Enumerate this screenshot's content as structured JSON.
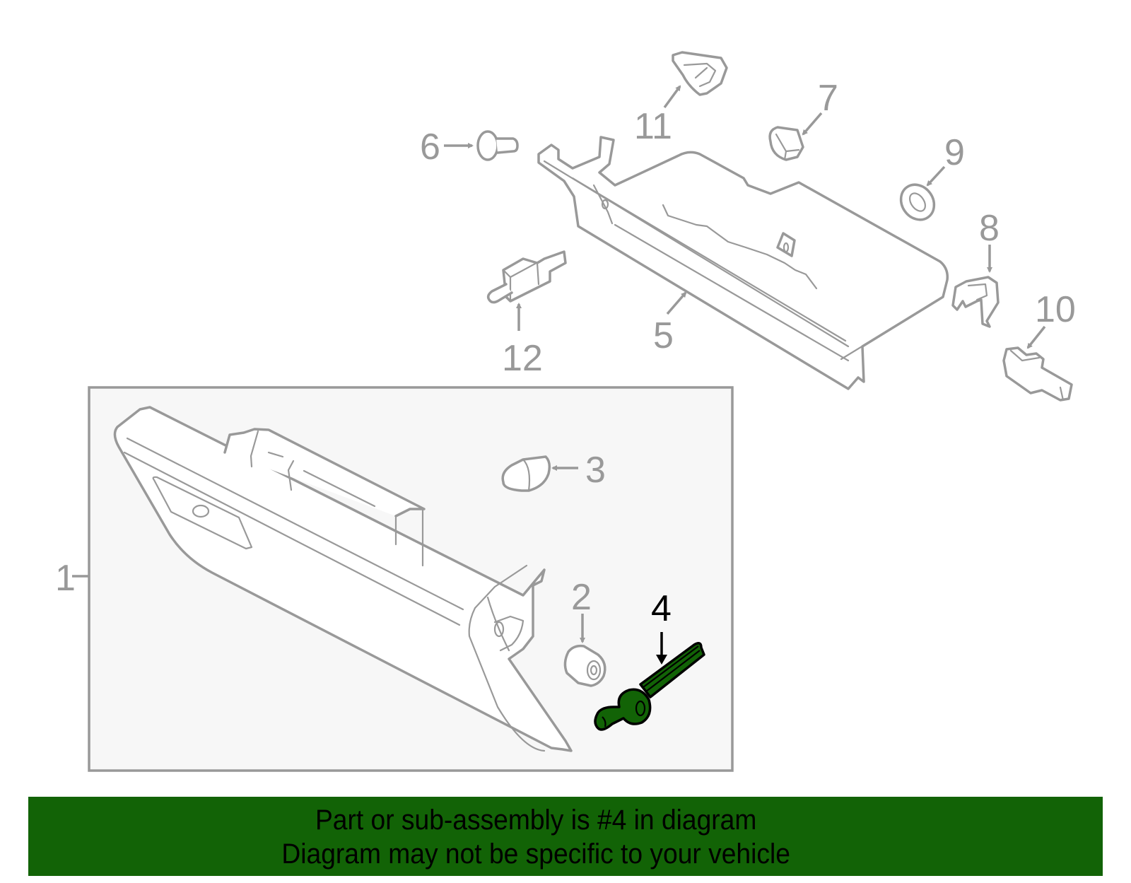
{
  "diagram": {
    "title": "Glove box assembly exploded parts diagram",
    "highlighted_part": "4",
    "highlight_color": "#126306",
    "line_color": "#999999",
    "subassembly_box_fill": "#f7f7f7",
    "callouts": [
      {
        "id": "1",
        "label": "1",
        "highlighted": false
      },
      {
        "id": "2",
        "label": "2",
        "highlighted": false
      },
      {
        "id": "3",
        "label": "3",
        "highlighted": false
      },
      {
        "id": "4",
        "label": "4",
        "highlighted": true
      },
      {
        "id": "5",
        "label": "5",
        "highlighted": false
      },
      {
        "id": "6",
        "label": "6",
        "highlighted": false
      },
      {
        "id": "7",
        "label": "7",
        "highlighted": false
      },
      {
        "id": "8",
        "label": "8",
        "highlighted": false
      },
      {
        "id": "9",
        "label": "9",
        "highlighted": false
      },
      {
        "id": "10",
        "label": "10",
        "highlighted": false
      },
      {
        "id": "11",
        "label": "11",
        "highlighted": false
      },
      {
        "id": "12",
        "label": "12",
        "highlighted": false
      }
    ]
  },
  "banner": {
    "line1": "Part or sub-assembly is #4 in diagram",
    "line2": "Diagram may not be specific to your vehicle",
    "background": "#126306"
  }
}
